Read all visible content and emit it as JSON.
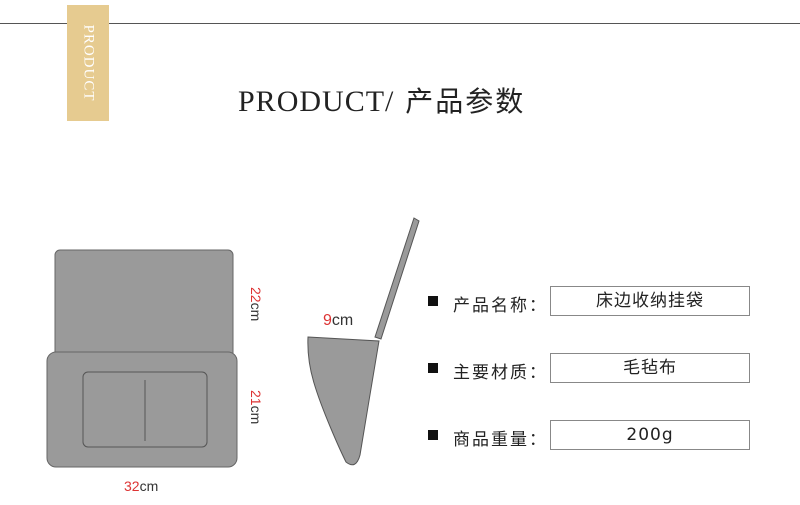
{
  "badge": {
    "text": "PRODUCT"
  },
  "header": {
    "title_en": "PRODUCT/",
    "title_cn": " 产品参数"
  },
  "dimensions": {
    "height_top": {
      "value": "22",
      "unit": "cm"
    },
    "height_bottom": {
      "value": "21",
      "unit": "cm"
    },
    "width": {
      "value": "32",
      "unit": "cm"
    },
    "depth": {
      "value": "9",
      "unit": "cm"
    }
  },
  "specs": [
    {
      "label": "产品名称：",
      "value": "床边收纳挂袋"
    },
    {
      "label": "主要材质：",
      "value": "毛毡布"
    },
    {
      "label": "商品重量：",
      "value": "200g"
    }
  ],
  "colors": {
    "badge": "#e6cb90",
    "felt": "#9a9a9a",
    "dimension_number": "#dd3333"
  }
}
